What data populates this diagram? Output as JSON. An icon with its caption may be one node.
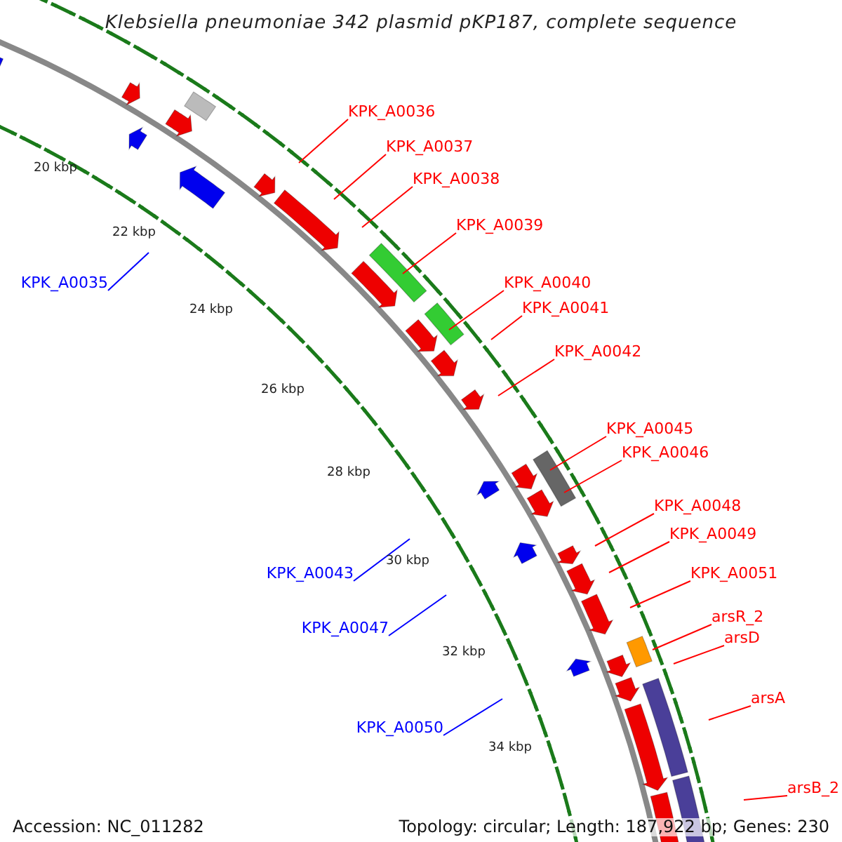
{
  "diagram": {
    "title": "Klebsiella pneumoniae 342 plasmid pKP187, complete sequence",
    "nodes": [
      {
        "text": [
          "KPK_A0036"
        ]
      },
      {
        "text": [
          "KPK_A0037"
        ]
      },
      {
        "text": [
          "KPK_A0038"
        ]
      },
      {
        "text": [
          "KPK_A0039"
        ]
      },
      {
        "text": [
          "KPK_A0035"
        ]
      },
      {
        "text": [
          "KPK_A0040"
        ]
      },
      {
        "text": [
          "KPK_A0041"
        ]
      },
      {
        "text": [
          "KPK_A0042"
        ]
      },
      {
        "text": [
          "KPK_A0045"
        ]
      },
      {
        "text": [
          "KPK_A0046"
        ]
      },
      {
        "text": [
          "KPK_A0048"
        ]
      },
      {
        "text": [
          "KPK_A0049"
        ]
      },
      {
        "text": [
          "KPK_A0043"
        ]
      },
      {
        "text": [
          "KPK_A0051"
        ]
      },
      {
        "text": [
          "arsR_2"
        ]
      },
      {
        "text": [
          "KPK_A0047"
        ]
      },
      {
        "text": [
          "arsD"
        ]
      },
      {
        "text": [
          "arsA"
        ]
      },
      {
        "text": [
          "KPK_A0050"
        ]
      },
      {
        "text": [
          "arsB_2"
        ]
      }
    ],
    "edges": [
      {
        "from": 0,
        "to": null,
        "arrow": "none"
      },
      {
        "from": 1,
        "to": null,
        "arrow": "none"
      },
      {
        "from": 2,
        "to": null,
        "arrow": "none"
      },
      {
        "from": 3,
        "to": null,
        "arrow": "none"
      },
      {
        "from": 4,
        "to": null,
        "arrow": "none",
        "color": "#0000ff"
      },
      {
        "from": 5,
        "to": null,
        "arrow": "none"
      },
      {
        "from": 6,
        "to": null,
        "arrow": "none"
      },
      {
        "from": 7,
        "to": null,
        "arrow": "none"
      },
      {
        "from": 8,
        "to": null,
        "arrow": "none"
      },
      {
        "from": 9,
        "to": null,
        "arrow": "none"
      },
      {
        "from": 10,
        "to": null,
        "arrow": "none"
      },
      {
        "from": 11,
        "to": null,
        "arrow": "none"
      },
      {
        "from": 12,
        "to": null,
        "arrow": "none",
        "color": "#0000ff"
      },
      {
        "from": 13,
        "to": null,
        "arrow": "none"
      },
      {
        "from": 14,
        "to": null,
        "arrow": "none"
      },
      {
        "from": 15,
        "to": null,
        "arrow": "none",
        "color": "#0000ff"
      },
      {
        "from": 16,
        "to": null,
        "arrow": "none"
      },
      {
        "from": 17,
        "to": null,
        "arrow": "none"
      },
      {
        "from": 18,
        "to": null,
        "arrow": "none",
        "color": "#0000ff"
      },
      {
        "from": 19,
        "to": null,
        "arrow": "none"
      }
    ],
    "labels": [
      "20 kbp",
      "22 kbp",
      "24 kbp",
      "26 kbp",
      "28 kbp",
      "30 kbp",
      "32 kbp",
      "34 kbp",
      "Accession: NC_011282",
      "Topology: circular; Length: 187,922 bp; Genes: 230"
    ]
  }
}
